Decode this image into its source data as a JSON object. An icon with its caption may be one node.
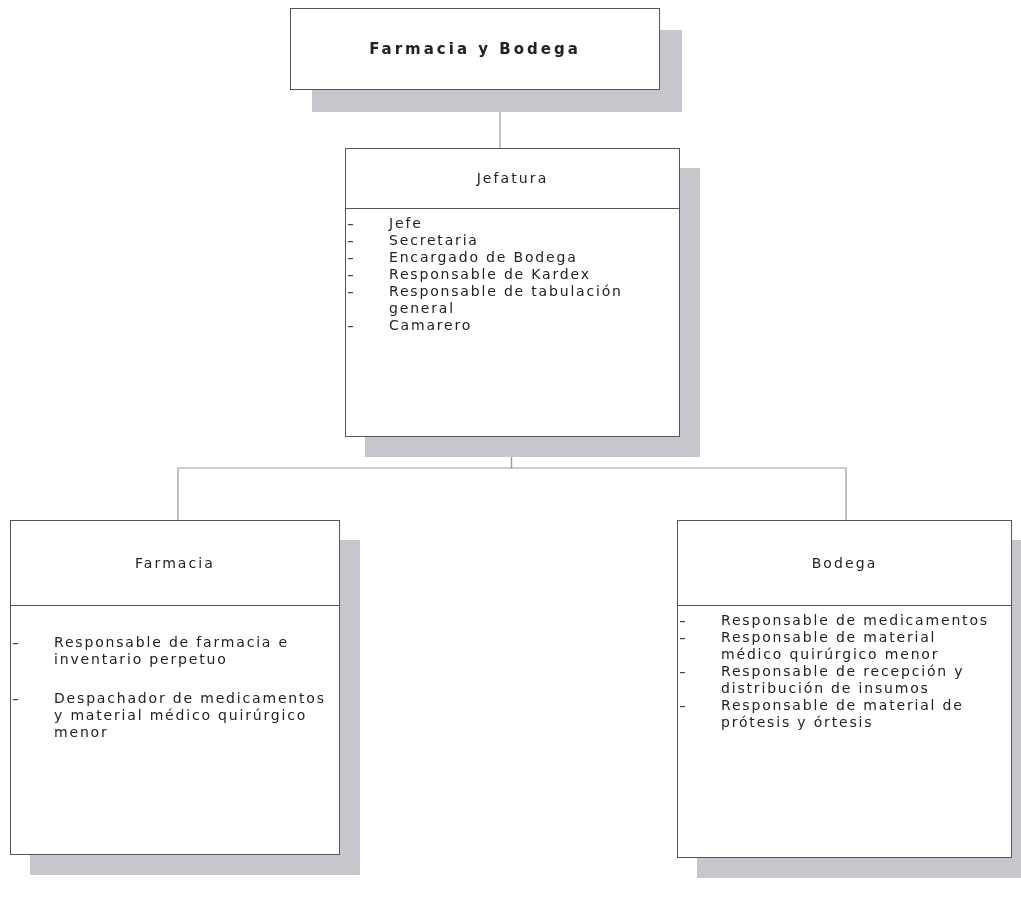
{
  "diagram": {
    "nodes": [
      {
        "text": [
          "Farmacia y Bodega"
        ]
      },
      {
        "text": [
          "Jefatura",
          "Jefe",
          "Secretaria",
          "Encargado de Bodega",
          "Responsable de Kardex",
          "Responsable de tabulación general",
          "Camarero"
        ]
      },
      {
        "text": [
          "Farmacia",
          "Responsable de farmacia e inventario perpetuo",
          "Despachador de medicamentos y material médico quirúrgico menor"
        ]
      },
      {
        "text": [
          "Bodega",
          "Responsable de medicamentos",
          "Responsable de material médico quirúrgico menor",
          "Responsable de recepción y distribución de insumos",
          "Responsable de material de prótesis y órtesis"
        ]
      }
    ],
    "edges": [
      {
        "from": 0,
        "to": 1,
        "arrow": "none"
      },
      {
        "from": 1,
        "to": 2,
        "arrow": "none"
      },
      {
        "from": 1,
        "to": 3,
        "arrow": "none"
      }
    ]
  }
}
